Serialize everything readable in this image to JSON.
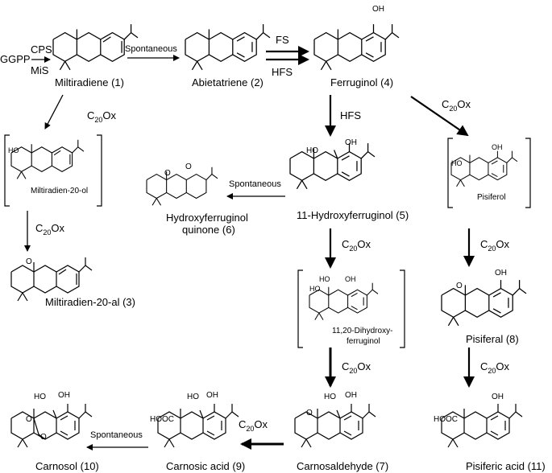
{
  "precursor": {
    "name": "GGPP",
    "enzyme1": "CPS",
    "enzyme2": "MiS"
  },
  "compounds": [
    {
      "id": "miltiradiene",
      "name": "Miltiradiene (1)"
    },
    {
      "id": "abietatriene",
      "name": "Abietatriene (2)"
    },
    {
      "id": "ferruginol",
      "name": "Ferruginol (4)"
    },
    {
      "id": "miltiradien-20-ol",
      "name": "Miltiradien-20-ol"
    },
    {
      "id": "miltiradien-20-al",
      "name": "Miltiradien-20-al (3)"
    },
    {
      "id": "pisiferol",
      "name": "Pisiferol"
    },
    {
      "id": "hydroxyferruginol",
      "name": "11-Hydroxyferruginol (5)"
    },
    {
      "id": "quinone",
      "name": "Hydroxyferruginol\nquinone (6)",
      "line1": "Hydroxyferruginol",
      "line2": "quinone (6)"
    },
    {
      "id": "dihydroxyferruginol",
      "name": "11,20-Dihydroxy-\nferruginol",
      "line1": "11,20-Dihydroxy-",
      "line2": "ferruginol"
    },
    {
      "id": "pisiferal",
      "name": "Pisiferal (8)"
    },
    {
      "id": "carnosol",
      "name": "Carnosol (10)"
    },
    {
      "id": "carnosic-acid",
      "name": "Carnosic acid (9)"
    },
    {
      "id": "carnosaldehyde",
      "name": "Carnosaldehyde (7)"
    },
    {
      "id": "pisiferic-acid",
      "name": "Pisiferic acid (11)"
    }
  ],
  "enzymes": {
    "spontaneous": "Spontaneous",
    "fs": "FS",
    "hfs": "HFS",
    "c20ox_c": "C",
    "c20ox_sub": "20",
    "c20ox_ox": "Ox"
  },
  "atoms": {
    "oh": "OH",
    "ho": "HO",
    "hooc": "HOOC",
    "o": "O"
  }
}
